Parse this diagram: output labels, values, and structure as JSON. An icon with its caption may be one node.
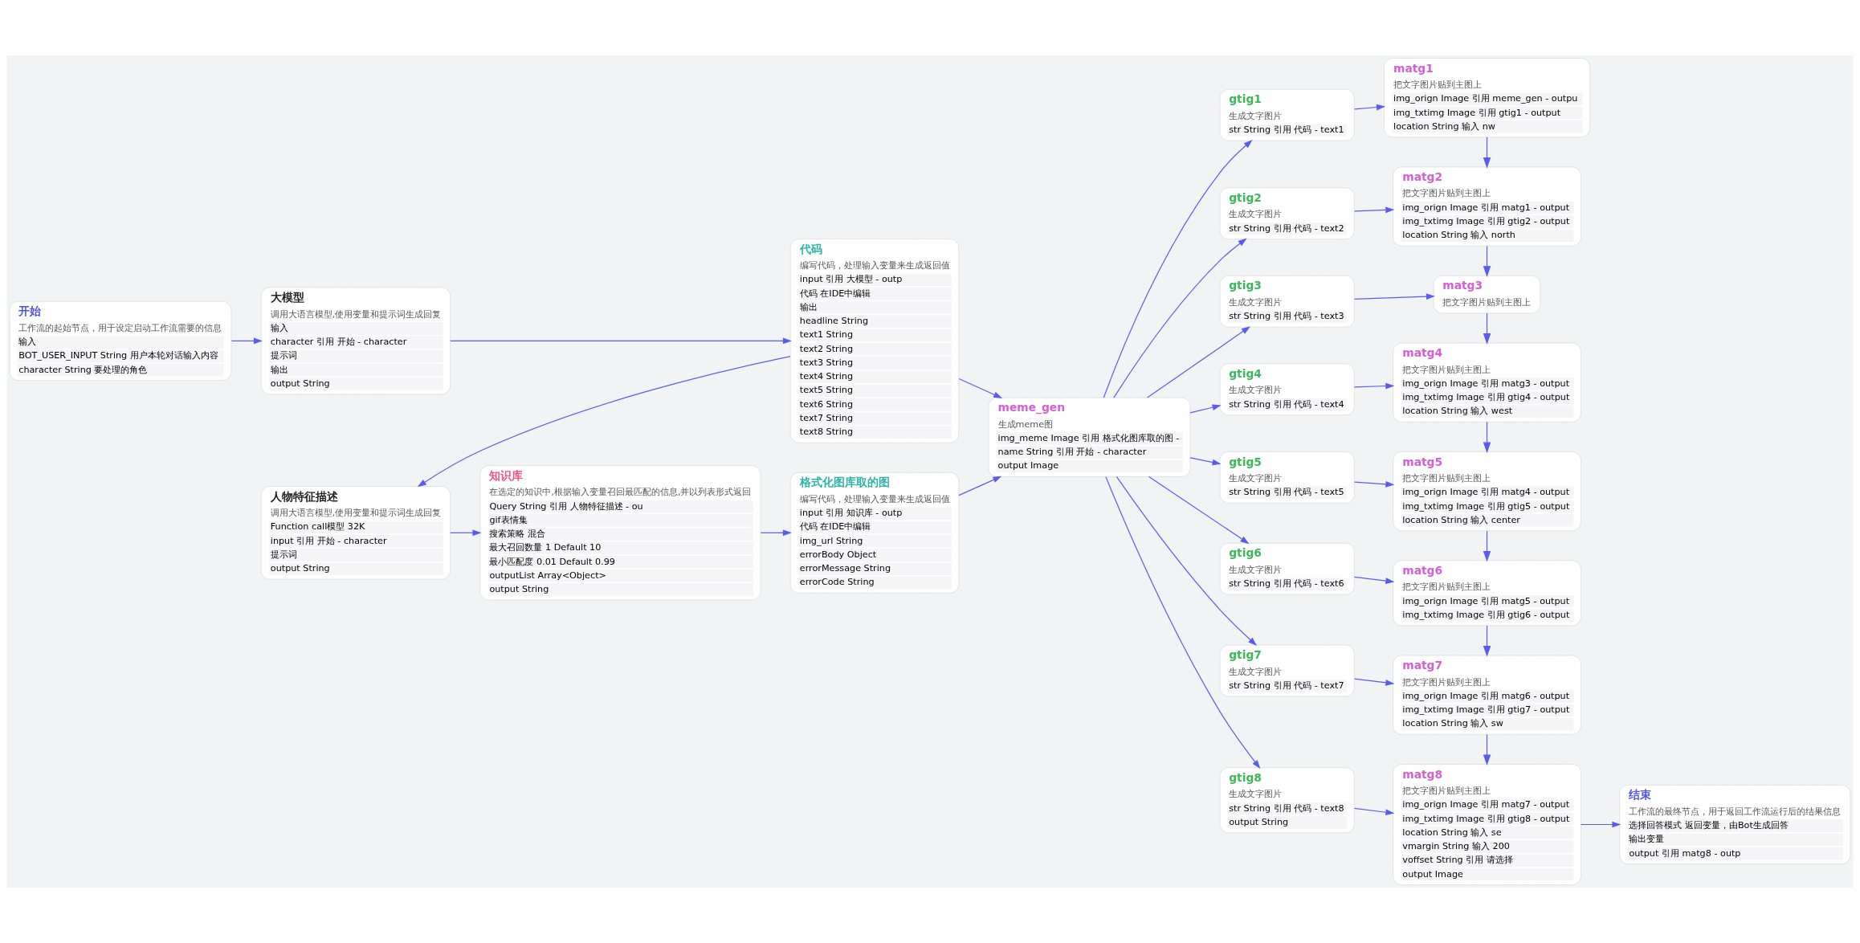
{
  "diagram": {
    "nodes": [
      {
        "text": [
          "开始",
          "工作流的起始节点，用于设定启动工作流需要的信息",
          "输入",
          "BOT_USER_INPUT String 用户本轮对话输入内容",
          "character String 要处理的角色"
        ]
      },
      {
        "text": [
          "大模型",
          "调用大语言模型,使用变量和提示词生成回复",
          "输入",
          "character 引用 开始 - character",
          "提示词",
          "输出",
          "output String"
        ]
      },
      {
        "text": [
          "代码",
          "编写代码，处理输入变量来生成返回值",
          "input 引用 大模型 - outp",
          "代码 在IDE中编辑",
          "输出",
          "headline String",
          "text1 String",
          "text2 String",
          "text3 String",
          "text4 String",
          "text5 String",
          "text6 String",
          "text7 String",
          "text8 String"
        ]
      },
      {
        "text": [
          "人物特征描述",
          "调用大语言模型,使用变量和提示词生成回复",
          "Function call模型 32K",
          "input 引用 开始 - character",
          "提示词",
          "output String"
        ]
      },
      {
        "text": [
          "知识库",
          "在选定的知识中,根据输入变量召回最匹配的信息,并以列表形式返回",
          "Query String 引用 人物特征描述 - ou",
          "gif表情集",
          "搜索策略 混合",
          "最大召回数量 1 Default 10",
          "最小匹配度 0.01 Default 0.99",
          "outputList Array<Object>",
          "output String"
        ]
      },
      {
        "text": [
          "格式化图库取的图",
          "编写代码，处理输入变量来生成返回值",
          "input 引用 知识库 - outp",
          "代码 在IDE中编辑",
          "img_url String",
          "errorBody Object",
          "errorMessage String",
          "errorCode String"
        ]
      },
      {
        "text": [
          "meme_gen",
          "生成meme图",
          "img_meme Image 引用 格式化图库取的图 -",
          "name String 引用 开始 - character",
          "output Image"
        ]
      },
      {
        "text": [
          "gtig1",
          "生成文字图片",
          "str String 引用 代码 - text1"
        ]
      },
      {
        "text": [
          "gtig2",
          "生成文字图片",
          "str String 引用 代码 - text2"
        ]
      },
      {
        "text": [
          "gtig3",
          "生成文字图片",
          "str String 引用 代码 - text3"
        ]
      },
      {
        "text": [
          "gtig4",
          "生成文字图片",
          "str String 引用 代码 - text4"
        ]
      },
      {
        "text": [
          "gtig5",
          "生成文字图片",
          "str String 引用 代码 - text5"
        ]
      },
      {
        "text": [
          "gtig6",
          "生成文字图片",
          "str String 引用 代码 - text6"
        ]
      },
      {
        "text": [
          "gtig7",
          "生成文字图片",
          "str String 引用 代码 - text7"
        ]
      },
      {
        "text": [
          "gtig8",
          "生成文字图片",
          "str String 引用 代码 - text8",
          "output String"
        ]
      },
      {
        "text": [
          "matg1",
          "把文字图片贴到主图上",
          "img_orign Image 引用 meme_gen - outpu",
          "img_txtimg Image 引用 gtig1 - output",
          "location String 输入 nw"
        ]
      },
      {
        "text": [
          "matg2",
          "把文字图片贴到主图上",
          "img_orign Image 引用 matg1 - output",
          "img_txtimg Image 引用 gtig2 - output",
          "location String 输入 north"
        ]
      },
      {
        "text": [
          "matg3",
          "把文字图片贴到主图上"
        ]
      },
      {
        "text": [
          "matg4",
          "把文字图片贴到主图上",
          "img_orign Image 引用 matg3 - output",
          "img_txtimg Image 引用 gtig4 - output",
          "location String 输入 west"
        ]
      },
      {
        "text": [
          "matg5",
          "把文字图片贴到主图上",
          "img_orign Image 引用 matg4 - output",
          "img_txtimg Image 引用 gtig5 - output",
          "location String 输入 center"
        ]
      },
      {
        "text": [
          "matg6",
          "把文字图片贴到主图上",
          "img_orign Image 引用 matg5 - output",
          "img_txtimg Image 引用 gtig6 - output"
        ]
      },
      {
        "text": [
          "matg7",
          "把文字图片贴到主图上",
          "img_orign Image 引用 matg6 - output",
          "img_txtimg Image 引用 gtig7 - output",
          "location String 输入 sw"
        ]
      },
      {
        "text": [
          "matg8",
          "把文字图片贴到主图上",
          "img_orign Image 引用 matg7 - output",
          "img_txtimg Image 引用 gtig8 - output",
          "location String 输入 se",
          "vmargin String 输入 200",
          "voffset String 引用 请选择",
          "output Image"
        ]
      },
      {
        "text": [
          "结束",
          "工作流的最终节点，用于返回工作流运行后的结果信息",
          "选择回答模式 返回变量，由Bot生成回答",
          "输出变量",
          "output 引用 matg8 - outp"
        ]
      }
    ],
    "edges": [
      {
        "from": 0,
        "to": 1,
        "arrow": "to"
      },
      {
        "from": 1,
        "to": 2,
        "arrow": "to"
      },
      {
        "from": 2,
        "to": 3,
        "arrow": "to"
      },
      {
        "from": 3,
        "to": 4,
        "arrow": "to"
      },
      {
        "from": 4,
        "to": 5,
        "arrow": "to"
      },
      {
        "from": 5,
        "to": 6,
        "arrow": "to"
      },
      {
        "from": 2,
        "to": 6,
        "arrow": "to"
      },
      {
        "from": 6,
        "to": 7,
        "arrow": "to"
      },
      {
        "from": 6,
        "to": 8,
        "arrow": "to"
      },
      {
        "from": 6,
        "to": 9,
        "arrow": "to"
      },
      {
        "from": 6,
        "to": 10,
        "arrow": "to"
      },
      {
        "from": 6,
        "to": 11,
        "arrow": "to"
      },
      {
        "from": 6,
        "to": 12,
        "arrow": "to"
      },
      {
        "from": 6,
        "to": 13,
        "arrow": "to"
      },
      {
        "from": 6,
        "to": 14,
        "arrow": "to"
      },
      {
        "from": 7,
        "to": 15,
        "arrow": "to"
      },
      {
        "from": 15,
        "to": 16,
        "arrow": "to"
      },
      {
        "from": 8,
        "to": 16,
        "arrow": "to"
      },
      {
        "from": 16,
        "to": 17,
        "arrow": "to"
      },
      {
        "from": 9,
        "to": 17,
        "arrow": "to"
      },
      {
        "from": 17,
        "to": 18,
        "arrow": "to"
      },
      {
        "from": 10,
        "to": 18,
        "arrow": "to"
      },
      {
        "from": 18,
        "to": 19,
        "arrow": "to"
      },
      {
        "from": 11,
        "to": 19,
        "arrow": "to"
      },
      {
        "from": 19,
        "to": 20,
        "arrow": "to"
      },
      {
        "from": 12,
        "to": 20,
        "arrow": "to"
      },
      {
        "from": 20,
        "to": 21,
        "arrow": "to"
      },
      {
        "from": 13,
        "to": 21,
        "arrow": "to"
      },
      {
        "from": 21,
        "to": 22,
        "arrow": "to"
      },
      {
        "from": 14,
        "to": 22,
        "arrow": "to"
      },
      {
        "from": 22,
        "to": 23,
        "arrow": "to"
      }
    ]
  }
}
